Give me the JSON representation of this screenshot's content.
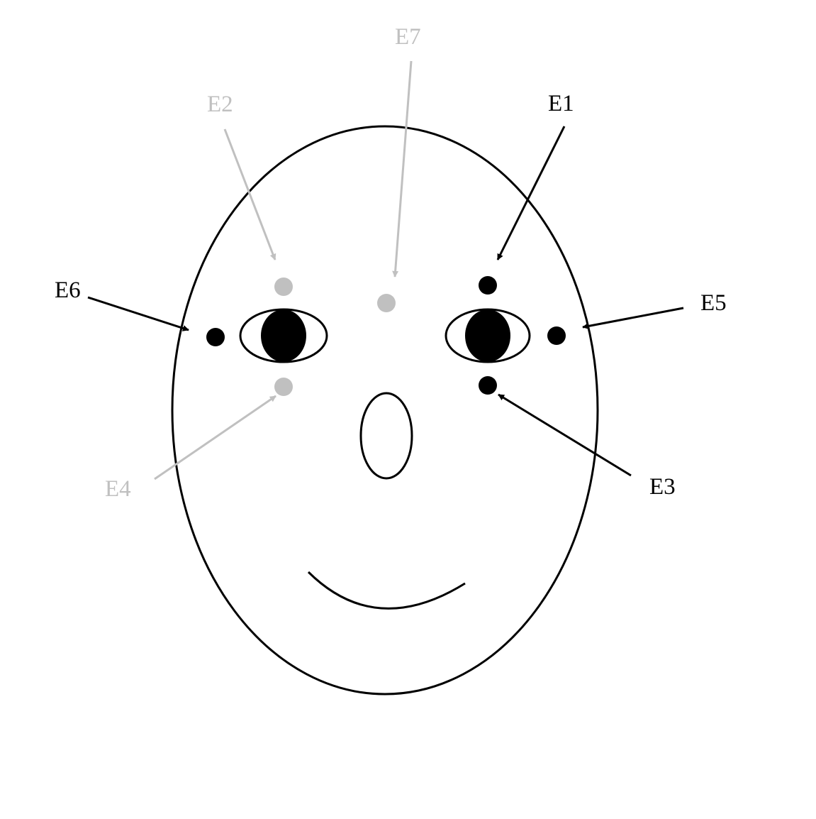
{
  "diagram": {
    "electrodes": [
      {
        "id": "E1",
        "label": "E1",
        "color": "#000000"
      },
      {
        "id": "E2",
        "label": "E2",
        "color": "#c0c0c0"
      },
      {
        "id": "E3",
        "label": "E3",
        "color": "#000000"
      },
      {
        "id": "E4",
        "label": "E4",
        "color": "#c0c0c0"
      },
      {
        "id": "E5",
        "label": "E5",
        "color": "#000000"
      },
      {
        "id": "E6",
        "label": "E6",
        "color": "#000000"
      },
      {
        "id": "E7",
        "label": "E7",
        "color": "#c0c0c0"
      }
    ]
  }
}
